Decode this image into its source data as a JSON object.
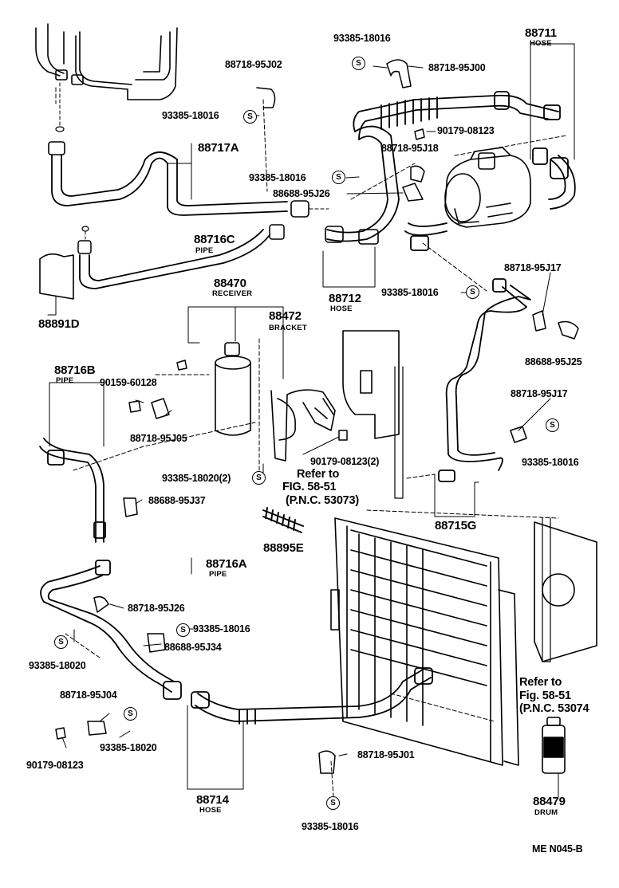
{
  "diagram": {
    "parts": {
      "p88711": {
        "number": "88711",
        "desc": "HOSE"
      },
      "p93385_top": {
        "number": "93385-18016"
      },
      "p88718_95J00": {
        "number": "88718-95J00"
      },
      "p88718_95J02": {
        "number": "88718-95J02"
      },
      "p93385_left1": {
        "number": "93385-18016"
      },
      "p88717A": {
        "number": "88717A"
      },
      "p90179_08123_top": {
        "number": "90179-08123"
      },
      "p88718_95J18": {
        "number": "88718-95J18"
      },
      "p93385_mid": {
        "number": "93385-18016"
      },
      "p88688_95J26": {
        "number": "88688-95J26"
      },
      "p88716C": {
        "number": "88716C",
        "desc": "PIPE"
      },
      "p88891D": {
        "number": "88891D"
      },
      "p88712": {
        "number": "88712",
        "desc": "HOSE"
      },
      "p93385_right": {
        "number": "93385-18016"
      },
      "p88718_95J17a": {
        "number": "88718-95J17"
      },
      "p88688_95J25": {
        "number": "88688-95J25"
      },
      "p88470": {
        "number": "88470",
        "desc": "RECEIVER"
      },
      "p88472": {
        "number": "88472",
        "desc": "BRACKET"
      },
      "p88716B": {
        "number": "88716B",
        "desc": "PIPE"
      },
      "p90159_60128": {
        "number": "90159-60128"
      },
      "p88718_95J05": {
        "number": "88718-95J05"
      },
      "p90179_08123_2": {
        "number": "90179-08123(2)"
      },
      "p88718_95J17b": {
        "number": "88718-95J17"
      },
      "p93385_18016_r2": {
        "number": "93385-18016"
      },
      "p93385_18020_2": {
        "number": "93385-18020(2)"
      },
      "p88688_95J37": {
        "number": "88688-95J37"
      },
      "p88715G": {
        "number": "88715G"
      },
      "p88895E": {
        "number": "88895E"
      },
      "p88716A": {
        "number": "88716A",
        "desc": "PIPE"
      },
      "p88718_95J26": {
        "number": "88718-95J26"
      },
      "p93385_18016_c": {
        "number": "93385-18016"
      },
      "p88688_95J34": {
        "number": "88688-95J34"
      },
      "p93385_18020_l": {
        "number": "93385-18020"
      },
      "p88718_95J04": {
        "number": "88718-95J04"
      },
      "p93385_18020_b": {
        "number": "93385-18020"
      },
      "p90179_08123_b": {
        "number": "90179-08123"
      },
      "p88714": {
        "number": "88714",
        "desc": "HOSE"
      },
      "p88718_95J01": {
        "number": "88718-95J01"
      },
      "p93385_18016_b": {
        "number": "93385-18016"
      },
      "p88479": {
        "number": "88479",
        "desc": "DRUM"
      }
    },
    "refs": {
      "ref1": {
        "line1": "Refer to",
        "line2": "FIG. 58-51",
        "line3": "(P.N.C. 53073)"
      },
      "ref2": {
        "line1": "Refer to",
        "line2": "Fig. 58-51",
        "line3": "(P.N.C. 53074"
      }
    },
    "washer_symbol": "S",
    "footer_code": "ME  N045-B"
  }
}
